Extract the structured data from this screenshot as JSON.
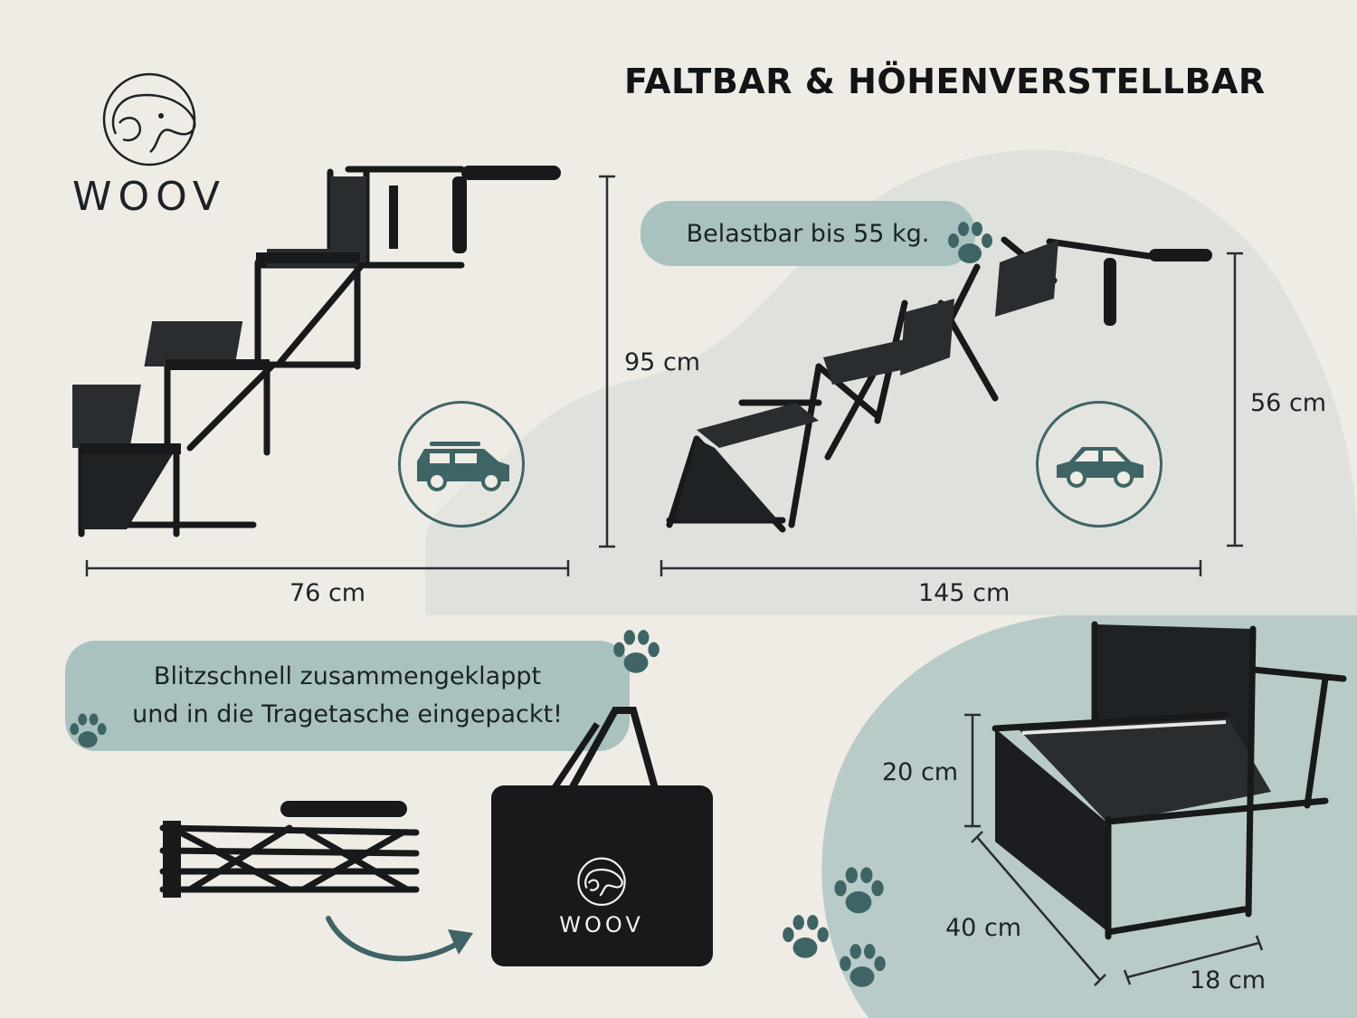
{
  "title": "FALTBAR & HÖHENVERSTELLBAR",
  "brand": {
    "name": "WOOV",
    "logo_icon": "dog-head-logo-icon"
  },
  "bag": {
    "brand": "WOOV",
    "logo_icon": "dog-head-logo-icon"
  },
  "callouts": {
    "load": "Belastbar bis 55 kg.",
    "fold_line1": "Blitzschnell zusammengeklappt",
    "fold_line2": "und in die Tragetasche eingepackt!"
  },
  "dimensions": {
    "stairs_width": "76 cm",
    "stairs_height": "95 cm",
    "ramp_length": "145 cm",
    "ramp_height": "56 cm",
    "step_height": "20 cm",
    "step_width": "40 cm",
    "step_depth": "18 cm"
  },
  "icons": {
    "suv": "suv-car-icon",
    "sedan": "sedan-car-icon",
    "paw": "paw-print-icon",
    "arrow": "curved-arrow-icon"
  },
  "colors": {
    "background": "#efece5",
    "accent_teal": "#3f6466",
    "pill_fill": "#a9c2c0",
    "blob": "#dfe3de",
    "bottom_right_blob": "#b9cbc8",
    "product": "#17191b"
  }
}
